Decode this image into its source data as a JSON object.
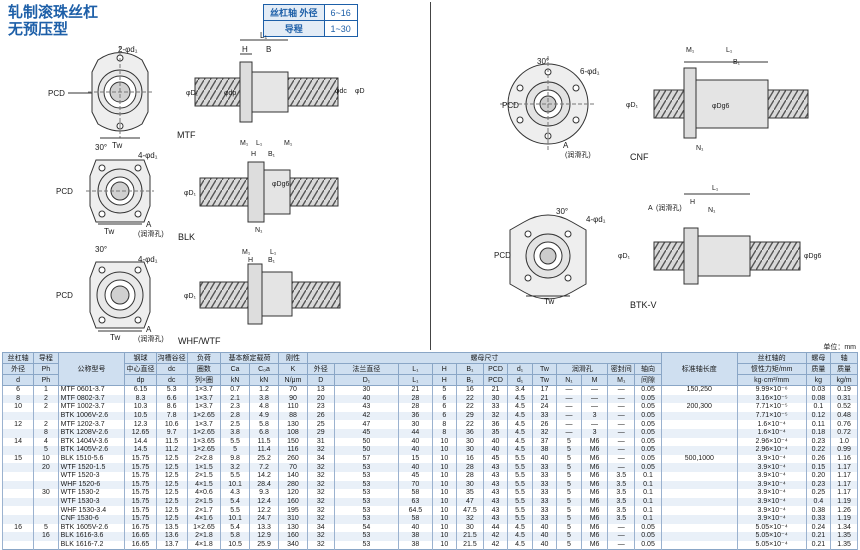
{
  "title": {
    "line1": "轧制滚珠丝杠",
    "line2": "无预压型"
  },
  "spec": {
    "label1": "丝杠轴 外径",
    "value1": "6~16",
    "label2": "导程",
    "value2": "1~30"
  },
  "unit_note": "单位：mm",
  "labels": {
    "pcd": "PCD",
    "tw": "Tw",
    "holes2": "2-φd₁",
    "holes4": "4-φd₁",
    "holes6": "6-φd₁",
    "angle30": "30°",
    "mtf": "MTF",
    "blk": "BLK",
    "whf": "WHF/WTF",
    "cnf": "CNF",
    "btkv": "BTK-V",
    "lube": "(润滑孔)",
    "a": "A",
    "l1": "L₁",
    "h": "H",
    "b": "B",
    "b1": "B₁",
    "m1": "M₁",
    "n1": "N₁",
    "phiD": "φD",
    "phiD1": "φD₁",
    "phidp": "φdp",
    "phidc": "φdc",
    "phiDg6": "φDg6"
  },
  "table": {
    "group_headers": {
      "shaft": "丝杠轴",
      "shaft_sub": "外径",
      "lead": "导程",
      "model": "公称型号",
      "ball_center": "钢球",
      "ball_center_sub": "中心直径",
      "groove": "沟槽谷径",
      "load_circuits": "负荷",
      "load_circuits_sub": "圈数",
      "basic_load": "基本额定载荷",
      "rigidity": "刚性",
      "outer": "外径",
      "flange": "法兰直径",
      "nut_dims": "螺母尺寸",
      "lube_hole": "润滑孔",
      "seal": "密封间",
      "axial": "轴向",
      "axial_sub": "间隙",
      "std_length": "标准轴长度",
      "inertia": "丝杠轴的",
      "inertia_sub": "惯性力矩/mm",
      "nut_mass": "螺母",
      "nut_mass_sub": "质量",
      "shaft_mass": "轴",
      "shaft_mass_sub": "质量"
    },
    "sym_headers": [
      "d",
      "Ph",
      "",
      "dp",
      "dc",
      "列×圈",
      "Ca",
      "C₀a",
      "K",
      "D",
      "D₁",
      "L₁",
      "H",
      "B₁",
      "PCD",
      "d₁",
      "Tw",
      "N₁",
      "M",
      "M₁",
      "",
      "",
      "kg·cm²/mm",
      "kg",
      "kg/m"
    ],
    "unit_headers": [
      "",
      "",
      "",
      "",
      "",
      "",
      "kN",
      "kN",
      "N/μm",
      "",
      "",
      "",
      "",
      "",
      "",
      "",
      "",
      "",
      "",
      "",
      "",
      "",
      "",
      "",
      ""
    ],
    "rows": [
      [
        "6",
        "1",
        "MTF  0601-3.7",
        "6.15",
        "5.3",
        "1×3.7",
        "0.7",
        "1.2",
        "70",
        "13",
        "30",
        "21",
        "5",
        "16",
        "21",
        "3.4",
        "17",
        "—",
        "—",
        "—",
        "0.05",
        "150,250",
        "9.99×10⁻⁶",
        "0.03",
        "0.19"
      ],
      [
        "8",
        "2",
        "MTF  0802-3.7",
        "8.3",
        "6.6",
        "1×3.7",
        "2.1",
        "3.8",
        "90",
        "20",
        "40",
        "28",
        "6",
        "22",
        "30",
        "4.5",
        "21",
        "—",
        "—",
        "—",
        "0.05",
        "",
        "3.16×10⁻⁵",
        "0.08",
        "0.31"
      ],
      [
        "10",
        "2",
        "MTF  1002-3.7",
        "10.3",
        "8.6",
        "1×3.7",
        "2.3",
        "4.8",
        "110",
        "23",
        "43",
        "28",
        "6",
        "22",
        "33",
        "4.5",
        "24",
        "—",
        "—",
        "—",
        "0.05",
        "200,300",
        "7.71×10⁻⁵",
        "0.1",
        "0.52"
      ],
      [
        "",
        "",
        "BTK  1006V-2.6",
        "10.5",
        "7.8",
        "1×2.65",
        "2.8",
        "4.9",
        "88",
        "26",
        "42",
        "36",
        "6",
        "29",
        "32",
        "4.5",
        "33",
        "—",
        "3",
        "—",
        "0.05",
        "",
        "7.71×10⁻⁵",
        "0.12",
        "0.48"
      ],
      [
        "12",
        "2",
        "MTF  1202-3.7",
        "12.3",
        "10.6",
        "1×3.7",
        "2.5",
        "5.8",
        "130",
        "25",
        "47",
        "30",
        "8",
        "22",
        "36",
        "4.5",
        "26",
        "—",
        "—",
        "—",
        "0.05",
        "",
        "1.6×10⁻⁴",
        "0.11",
        "0.76"
      ],
      [
        "",
        "8",
        "BTK  1208V-2.6",
        "12.65",
        "9.7",
        "1×2.65",
        "3.8",
        "6.8",
        "108",
        "29",
        "45",
        "44",
        "8",
        "36",
        "35",
        "4.5",
        "32",
        "—",
        "3",
        "—",
        "0.05",
        "",
        "1.6×10⁻⁴",
        "0.18",
        "0.72"
      ],
      [
        "14",
        "4",
        "BTK  1404V-3.6",
        "14.4",
        "11.5",
        "1×3.65",
        "5.5",
        "11.5",
        "150",
        "31",
        "50",
        "40",
        "10",
        "30",
        "40",
        "4.5",
        "37",
        "5",
        "M6",
        "—",
        "0.05",
        "",
        "2.96×10⁻⁴",
        "0.23",
        "1.0"
      ],
      [
        "",
        "5",
        "BTK  1405V-2.6",
        "14.5",
        "11.2",
        "1×2.65",
        "5",
        "11.4",
        "116",
        "32",
        "50",
        "40",
        "10",
        "30",
        "40",
        "4.5",
        "38",
        "5",
        "M6",
        "—",
        "0.05",
        "",
        "2.96×10⁻⁴",
        "0.22",
        "0.99"
      ],
      [
        "15",
        "10",
        "BLK  1510-5.6",
        "15.75",
        "12.5",
        "2×2.8",
        "9.8",
        "25.2",
        "260",
        "34",
        "57",
        "15",
        "10",
        "16",
        "45",
        "5.5",
        "40",
        "5",
        "M6",
        "—",
        "0.05",
        "500,1000",
        "3.9×10⁻⁴",
        "0.26",
        "1.16"
      ],
      [
        "",
        "20",
        "WTF  1520-1.5",
        "15.75",
        "12.5",
        "1×1.5",
        "3.2",
        "7.2",
        "70",
        "32",
        "53",
        "40",
        "10",
        "28",
        "43",
        "5.5",
        "33",
        "5",
        "M6",
        "—",
        "0.05",
        "",
        "3.9×10⁻⁴",
        "0.15",
        "1.17"
      ],
      [
        "",
        "",
        "WTF  1520-3",
        "15.75",
        "12.5",
        "2×1.5",
        "5.5",
        "14.2",
        "140",
        "32",
        "53",
        "45",
        "10",
        "28",
        "43",
        "5.5",
        "33",
        "5",
        "M6",
        "3.5",
        "0.1",
        "",
        "3.9×10⁻⁴",
        "0.20",
        "1.17"
      ],
      [
        "",
        "",
        "WHF  1520-6",
        "15.75",
        "12.5",
        "4×1.5",
        "10.1",
        "28.4",
        "280",
        "32",
        "53",
        "70",
        "10",
        "30",
        "43",
        "5.5",
        "33",
        "5",
        "M6",
        "3.5",
        "0.1",
        "",
        "3.9×10⁻⁴",
        "0.23",
        "1.17"
      ],
      [
        "",
        "30",
        "WTF  1530-2",
        "15.75",
        "12.5",
        "4×0.6",
        "4.3",
        "9.3",
        "120",
        "32",
        "53",
        "58",
        "10",
        "35",
        "43",
        "5.5",
        "33",
        "5",
        "M6",
        "3.5",
        "0.1",
        "",
        "3.9×10⁻⁴",
        "0.25",
        "1.17"
      ],
      [
        "",
        "",
        "WTF  1530-3",
        "15.75",
        "12.5",
        "2×1.5",
        "5.4",
        "12.4",
        "160",
        "32",
        "53",
        "63",
        "10",
        "47",
        "43",
        "5.5",
        "33",
        "5",
        "M6",
        "3.5",
        "0.1",
        "",
        "3.9×10⁻⁴",
        "0.4",
        "1.19"
      ],
      [
        "",
        "",
        "WHF  1530-3.4",
        "15.75",
        "12.5",
        "2×1.7",
        "5.5",
        "12.2",
        "195",
        "32",
        "53",
        "64.5",
        "10",
        "47.5",
        "43",
        "5.5",
        "33",
        "5",
        "M6",
        "3.5",
        "0.1",
        "",
        "3.9×10⁻⁴",
        "0.38",
        "1.26"
      ],
      [
        "",
        "",
        "CNF  1530-6",
        "15.75",
        "12.5",
        "4×1.6",
        "10.1",
        "24.7",
        "310",
        "32",
        "53",
        "58",
        "10",
        "32",
        "43",
        "5.5",
        "33",
        "5",
        "M6",
        "3.5",
        "0.1",
        "",
        "3.9×10⁻⁴",
        "0.33",
        "1.19"
      ],
      [
        "16",
        "5",
        "BTK  1605V-2.6",
        "16.75",
        "13.5",
        "1×2.65",
        "5.4",
        "13.3",
        "130",
        "34",
        "54",
        "40",
        "10",
        "30",
        "44",
        "4.5",
        "40",
        "5",
        "M6",
        "—",
        "0.05",
        "",
        "5.05×10⁻⁴",
        "0.24",
        "1.34"
      ],
      [
        "",
        "16",
        "BLK  1616-3.6",
        "16.65",
        "13.6",
        "2×1.8",
        "5.8",
        "12.9",
        "160",
        "32",
        "53",
        "38",
        "10",
        "21.5",
        "42",
        "4.5",
        "40",
        "5",
        "M6",
        "—",
        "0.05",
        "",
        "5.05×10⁻⁴",
        "0.21",
        "1.35"
      ],
      [
        "",
        "",
        "BLK  1616-7.2",
        "16.65",
        "13.7",
        "4×1.8",
        "10.5",
        "25.9",
        "340",
        "32",
        "53",
        "38",
        "10",
        "21.5",
        "42",
        "4.5",
        "40",
        "5",
        "M6",
        "—",
        "0.05",
        "",
        "5.05×10⁻⁴",
        "0.21",
        "1.35"
      ]
    ]
  }
}
